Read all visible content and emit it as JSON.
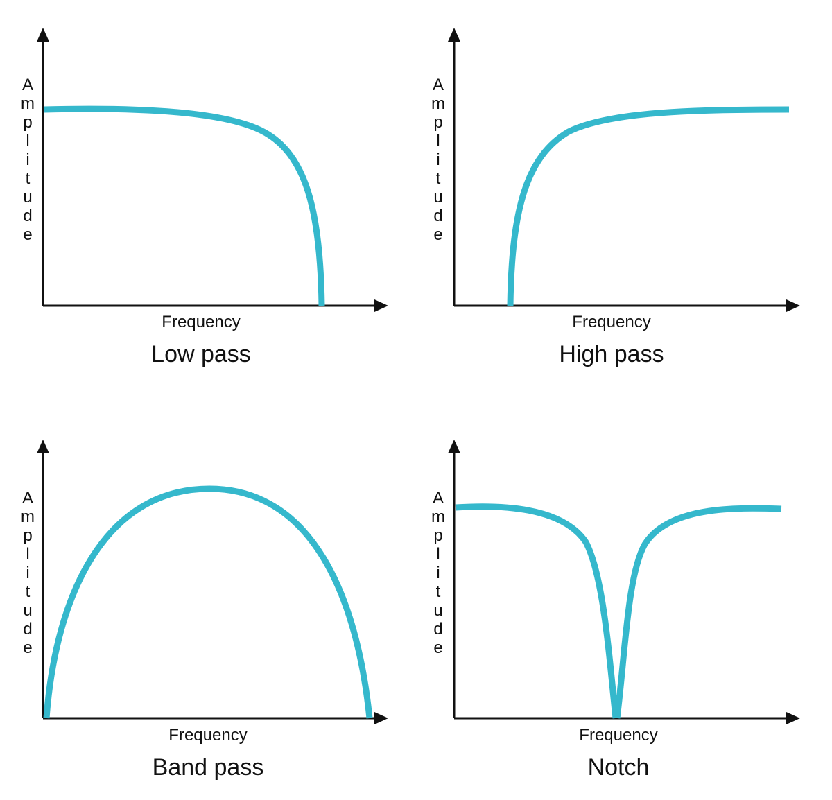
{
  "colors": {
    "curve": "#35b8cc",
    "axis": "#111111",
    "background": "#ffffff"
  },
  "panels": [
    {
      "id": "low-pass",
      "title": "Low pass",
      "xlabel": "Frequency",
      "ylabel": "Amplitude",
      "curve_shape": "low-pass"
    },
    {
      "id": "high-pass",
      "title": "High pass",
      "xlabel": "Frequency",
      "ylabel": "Amplitude",
      "curve_shape": "high-pass"
    },
    {
      "id": "band-pass",
      "title": "Band pass",
      "xlabel": "Frequency",
      "ylabel": "Amplitude",
      "curve_shape": "band-pass"
    },
    {
      "id": "notch",
      "title": "Notch",
      "xlabel": "Frequency",
      "ylabel": "Amplitude",
      "curve_shape": "notch"
    }
  ]
}
